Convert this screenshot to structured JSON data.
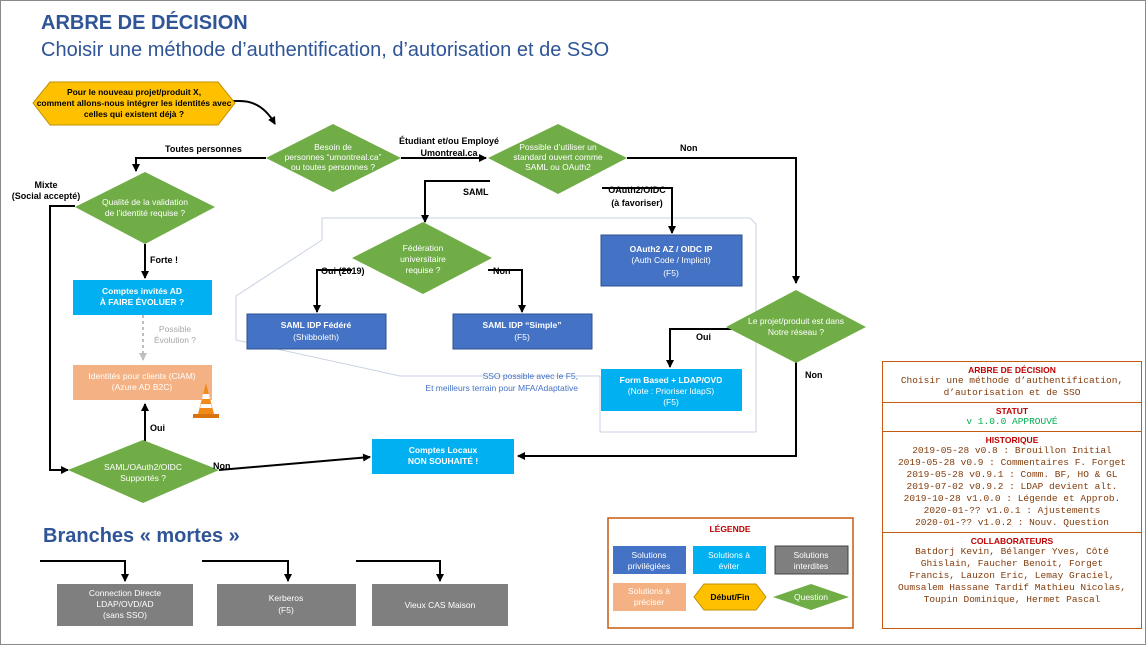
{
  "header": {
    "title": "ARBRE DE DÉCISION",
    "subtitle": "Choisir une méthode d’authentification, d’autorisation et de SSO"
  },
  "start": [
    "Pour le nouveau projet/produit X,",
    "comment allons-nous intégrer les identités avec",
    "celles qui existent déjà ?"
  ],
  "decisions": {
    "besoin": [
      "Besoin de",
      "personnes “umontreal.ca”",
      "ou toutes personnes ?"
    ],
    "standard": [
      "Possible d’utiliser un",
      "standard ouvert comme",
      "SAML ou OAuth2"
    ],
    "qualite": [
      "Qualité de la validation",
      "de l’identité requise ?"
    ],
    "federation": [
      "Fédération",
      "universitaire",
      "requise ?"
    ],
    "reseau": [
      "Le projet/produit est dans",
      "Notre réseau ?"
    ],
    "supportes": [
      "SAML/OAuth2/OIDC",
      "Supportés ?"
    ]
  },
  "edge_labels": {
    "toutes_personnes": "Toutes personnes",
    "etudiant": [
      "Étudiant et/ou Employé",
      "Umontreal.ca"
    ],
    "non_top": "Non",
    "saml": "SAML",
    "oauth2": [
      "OAuth2/OIDC",
      "(à favoriser)"
    ],
    "mixte": [
      "Mixte",
      "(Social accepté)"
    ],
    "forte": "Forte !",
    "oui_2019": "Oui (2019)",
    "non_fed": "Non",
    "oui_reseau": "Oui",
    "non_reseau": "Non",
    "oui_supp": "Oui",
    "non_supp": "Non",
    "possible_evolution": [
      "Possible",
      "Évolution ?"
    ]
  },
  "boxes": {
    "comptes_invites": [
      "Comptes invités AD",
      "À FAIRE ÉVOLUER ?"
    ],
    "ciam": [
      "Identités pour clients (CIAM)",
      "(Azure AD B2C)"
    ],
    "oauth2_az": [
      "OAuth2 AZ  / OIDC IP",
      "(Auth Code / Implicit)",
      "(F5)"
    ],
    "saml_fed": [
      "SAML IDP Fédéré",
      "(Shibboleth)"
    ],
    "saml_simple": [
      "SAML IDP “Simple”",
      "(F5)"
    ],
    "form_based": [
      "Form Based + LDAP/OVD",
      "(Note : Prioriser ldapS)",
      "(F5)"
    ],
    "comptes_locaux": [
      "Comptes Locaux",
      "NON SOUHAITÉ !"
    ]
  },
  "sso_note": [
    "SSO possible avec le F5,",
    "Et meilleurs terrain pour MFA/Adaptative"
  ],
  "dead_branches": {
    "title": "Branches « mortes »",
    "items": [
      [
        "Connection Directe",
        "LDAP/OVD/AD",
        "(sans SSO)"
      ],
      [
        "Kerberos",
        "(F5)"
      ],
      [
        "Vieux CAS Maison"
      ]
    ]
  },
  "legend": {
    "title": "LÉGENDE",
    "items": {
      "privilegiees": [
        "Solutions",
        "privilégiées"
      ],
      "eviter": [
        "Solutions à",
        "éviter"
      ],
      "interdites": [
        "Solutions",
        "interdites"
      ],
      "preciser": [
        "Solutions à",
        "préciser"
      ],
      "debut_fin": "Début/Fin",
      "question": "Question"
    }
  },
  "info": {
    "title": "ARBRE DE DÉCISION",
    "subtitle": [
      "Choisir une méthode d’authentification,",
      "d’autorisation et de SSO"
    ],
    "statut_label": "STATUT",
    "statut_value": "v 1.0.0 APPROUVÉ",
    "historique_label": "HISTORIQUE",
    "historique": [
      "2019-05-28 v0.8 : Brouillon Initial",
      "2019-05-28 v0.9 : Commentaires F. Forget",
      "2019-05-28 v0.9.1 : Comm. BF, HO & GL",
      "2019-07-02 v0.9.2 : LDAP devient alt.",
      "2019-10-28 v1.0.0 : Légende et Approb.",
      "2020-01-?? v1.0.1 : Ajustements",
      "2020-01-?? v1.0.2 : Nouv. Question"
    ],
    "collaborateurs_label": "COLLABORATEURS",
    "collaborateurs": [
      "Batdorj Kevin, Bélanger Yves, Côté",
      "Ghislain, Faucher Benoit, Forget",
      "Francis, Lauzon Eric, Lemay Graciel,",
      "Oumsalem Hassane Tardif Mathieu Nicolas,",
      "Toupin Dominique, Hermet Pascal"
    ]
  },
  "colors": {
    "title": "#2f5597",
    "privileged": "#4472c4",
    "avoid": "#00b0f0",
    "forbidden": "#7f7f7f",
    "to_specify": "#f4b183",
    "start_end": "#ffc000",
    "question": "#70ad47",
    "panel_border": "#c55a11"
  }
}
